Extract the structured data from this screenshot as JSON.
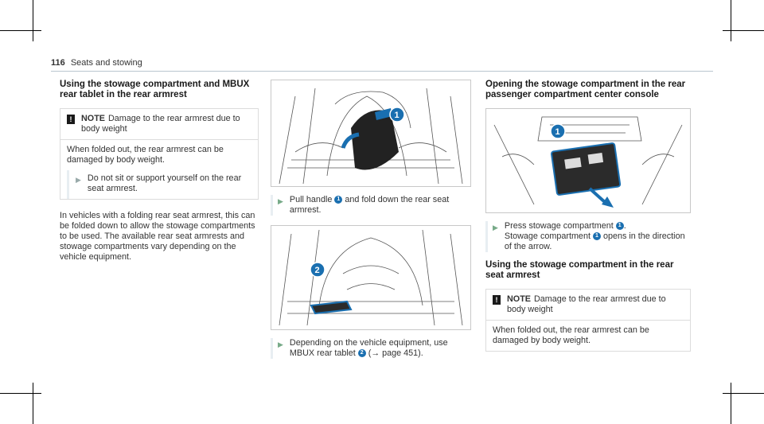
{
  "header": {
    "page_number": "116",
    "section": "Seats and stowing"
  },
  "col1": {
    "heading": "Using the stowage compartment and MBUX rear tablet in the rear armrest",
    "note": {
      "icon": "!",
      "title": "NOTE",
      "title_text": "Damage to the rear armrest due to body weight",
      "body": "When folded out, the rear armrest can be damaged by body weight.",
      "step": "Do not sit or support yourself on the rear seat armrest."
    },
    "paragraph": "In vehicles with a folding rear seat armrest, this can be folded down to allow the stowage compartments to be used. The available rear seat armrests and stowage compartments vary depending on the vehicle equipment."
  },
  "col2": {
    "figure1_callout": "1",
    "step1_a": "Pull handle",
    "step1_num": "1",
    "step1_b": "and fold down the rear seat armrest.",
    "figure2_callout": "2",
    "step2_a": "Depending on the vehicle equipment, use MBUX rear tablet",
    "step2_num": "2",
    "step2_b": "(→ page 451)."
  },
  "col3": {
    "heading": "Opening the stowage compartment in the rear passenger compartment center console",
    "figure_callout": "1",
    "step_a": "Press stowage compartment",
    "step_num": "1",
    "step_b": ".",
    "step_c": "Stowage compartment",
    "step_num2": "1",
    "step_d": "opens in the direction of the arrow.",
    "heading2": "Using the stowage compartment in the rear seat armrest",
    "note": {
      "icon": "!",
      "title": "NOTE",
      "title_text": "Damage to the rear armrest due to body weight",
      "body": "When folded out, the rear armrest can be damaged by body weight."
    }
  },
  "colors": {
    "accent_blue": "#1a6fb0",
    "rule": "#b9c6cf"
  }
}
